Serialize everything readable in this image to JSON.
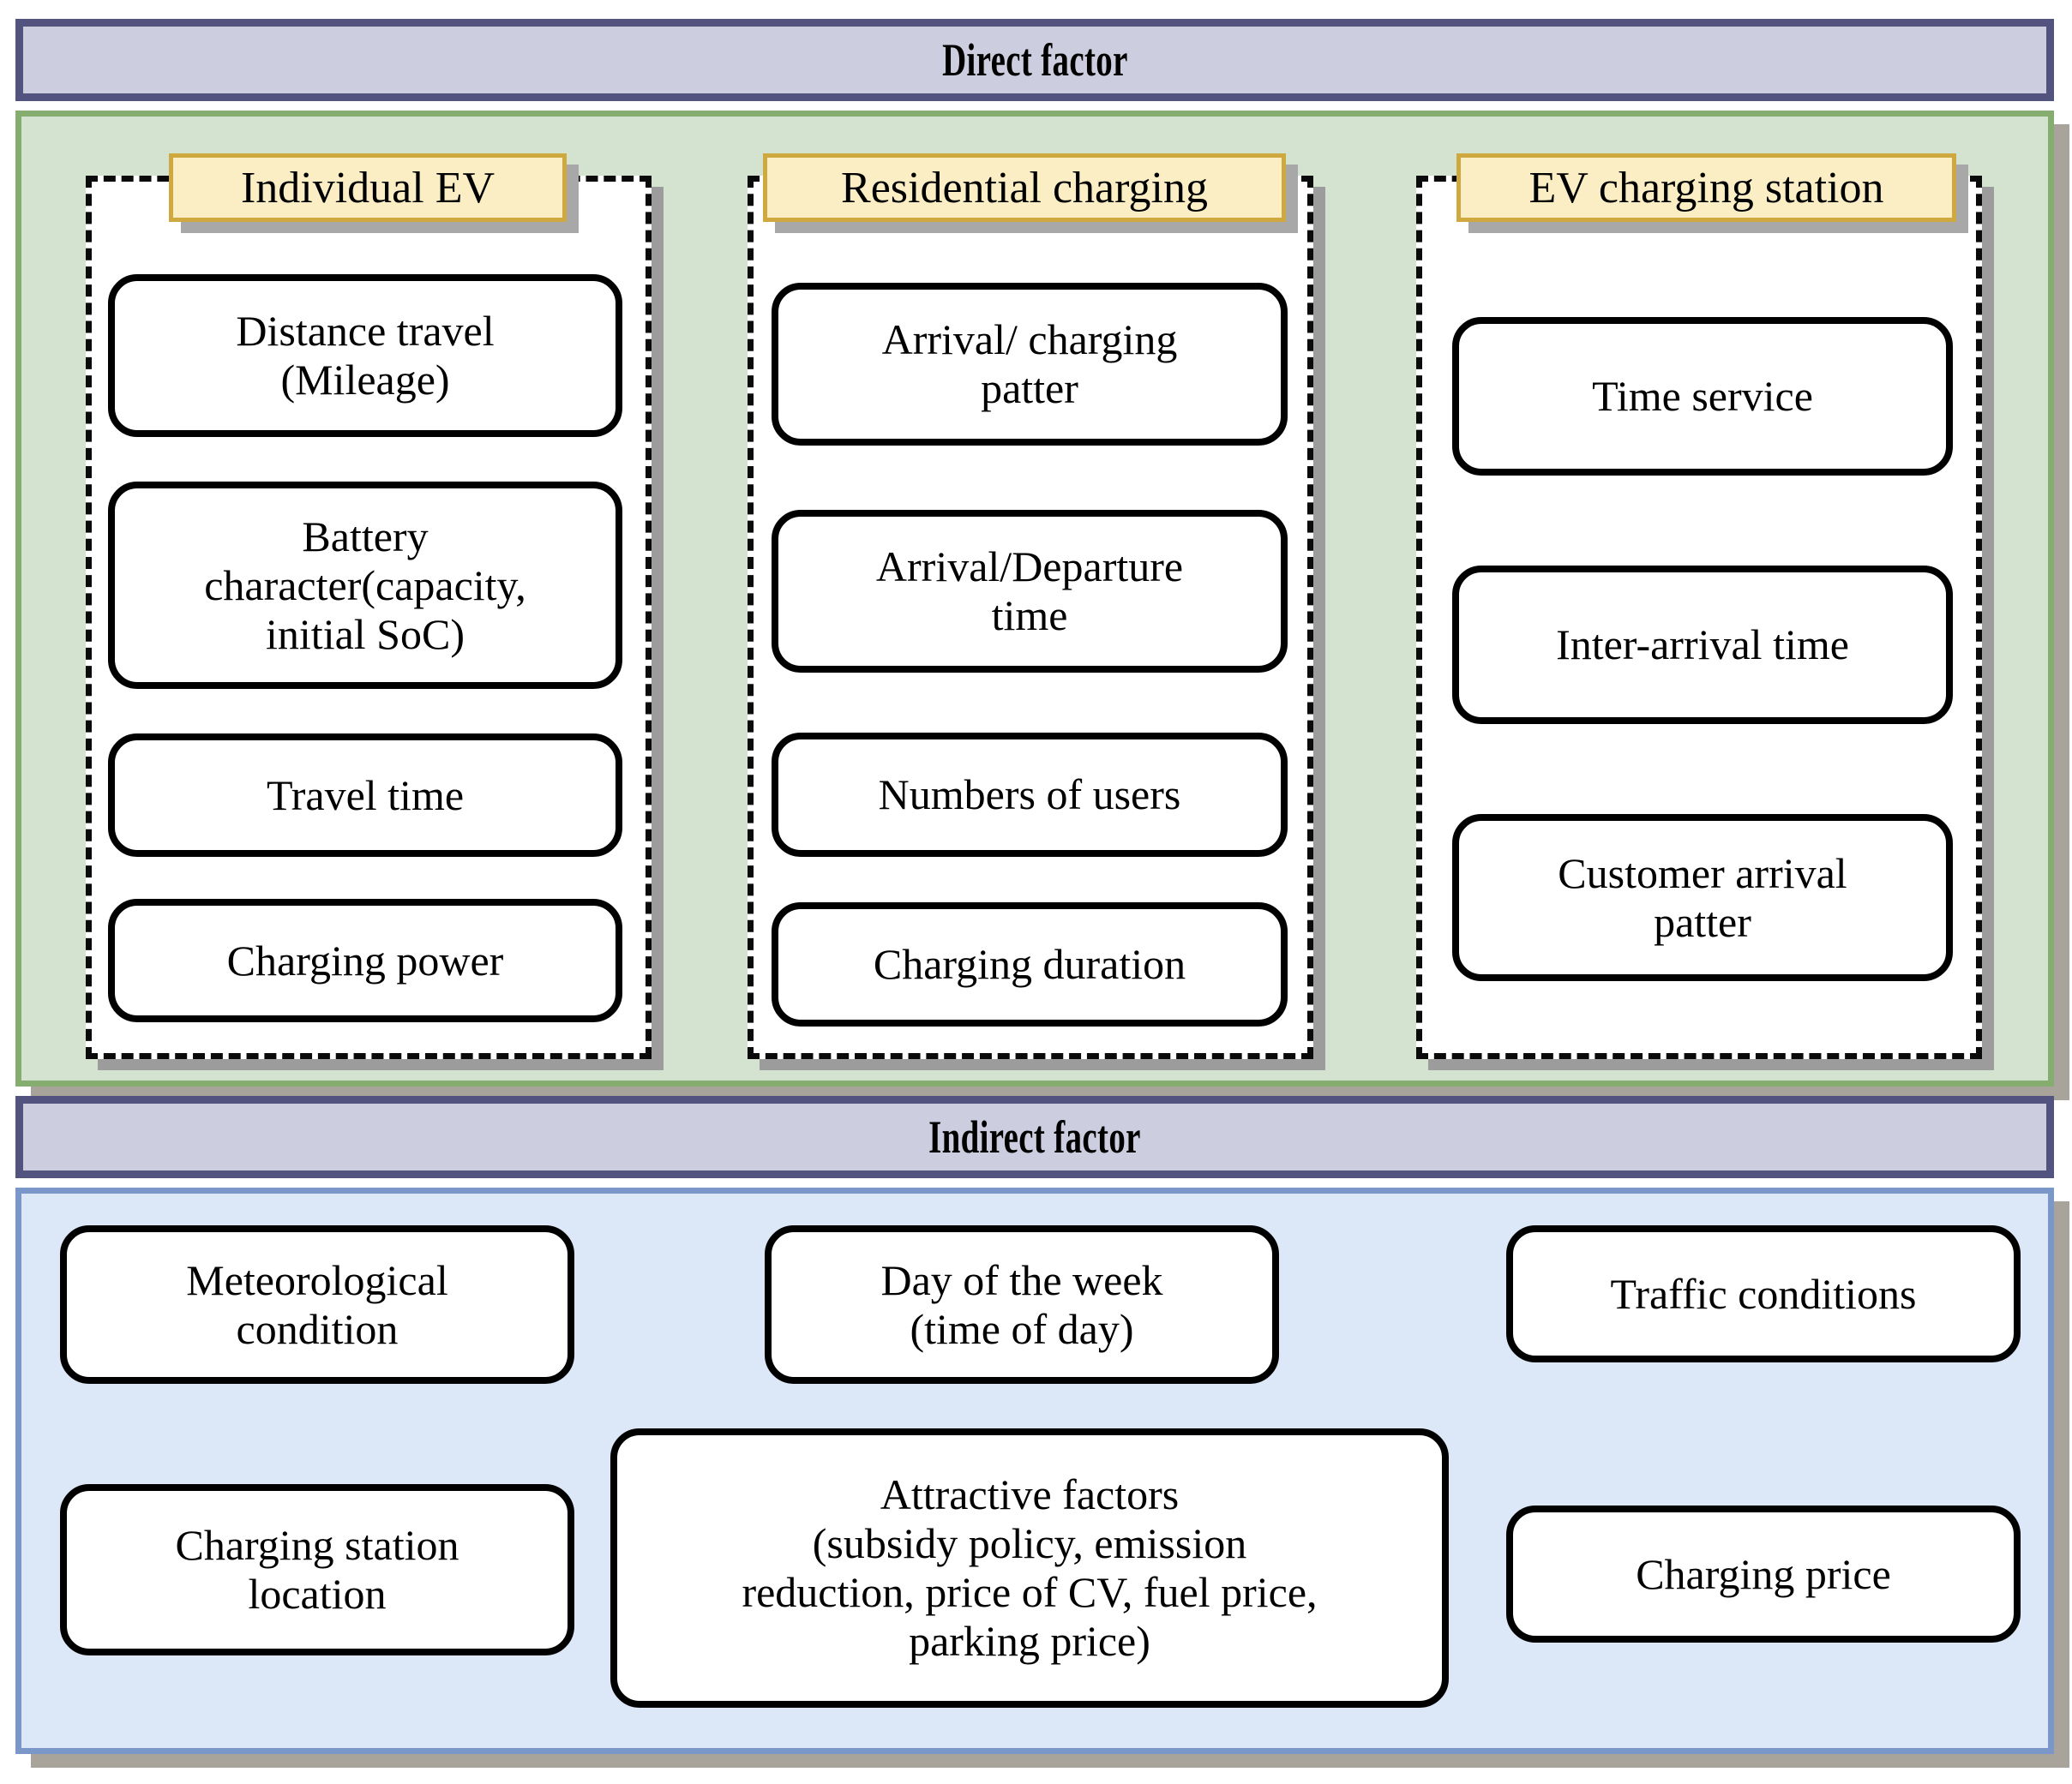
{
  "colors": {
    "band_fill": "#cdcde0",
    "band_border": "#53537f",
    "direct_panel_fill": "#d4e3d0",
    "direct_panel_border": "#85ad6f",
    "indirect_panel_fill": "#dce8f7",
    "indirect_panel_border": "#7b97c9",
    "chip_fill": "#fbeec4",
    "chip_border": "#cfa93f",
    "box_fill": "#ffffff",
    "box_border": "#000000",
    "shadow": "#a8a49b"
  },
  "sections": {
    "direct": {
      "title": "Direct factor",
      "groups": [
        {
          "title": "Individual EV",
          "items": [
            "Distance travel\n(Mileage)",
            "Battery\ncharacter(capacity,\ninitial SoC)",
            "Travel time",
            "Charging power"
          ]
        },
        {
          "title": "Residential charging",
          "items": [
            "Arrival/ charging\npatter",
            "Arrival/Departure\ntime",
            "Numbers of users",
            "Charging duration"
          ]
        },
        {
          "title": "EV charging station",
          "items": [
            "Time service",
            "Inter-arrival time",
            "Customer arrival\npatter"
          ]
        }
      ]
    },
    "indirect": {
      "title": "Indirect factor",
      "items": [
        "Meteorological\ncondition",
        "Day of the week\n(time of day)",
        "Traffic conditions",
        "Charging station\nlocation",
        "Attractive factors\n(subsidy policy, emission\nreduction, price of CV, fuel price,\nparking price)",
        "Charging price"
      ]
    }
  }
}
